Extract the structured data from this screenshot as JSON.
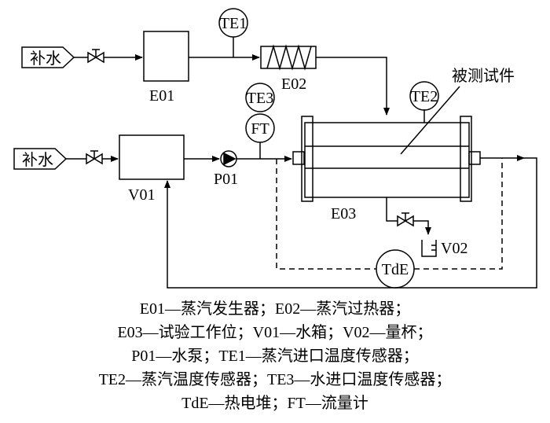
{
  "labels": {
    "makeup_water_1": "补水",
    "makeup_water_2": "补水",
    "e01": "E01",
    "e02": "E02",
    "e03": "E03",
    "v01": "V01",
    "v02": "V02",
    "p01": "P01",
    "te1": "TE1",
    "te2": "TE2",
    "te3": "TE3",
    "ft": "FT",
    "tde": "TdE",
    "specimen": "被测试件"
  },
  "legend": [
    "E01—蒸汽发生器；E02—蒸汽过热器；",
    "E03—试验工作位；V01—水箱；V02—量杯；",
    "P01—水泵；TE1—蒸汽进口温度传感器；",
    "TE2—蒸汽温度传感器；TE3—水进口温度传感器；",
    "TdE—热电堆；FT—流量计"
  ]
}
